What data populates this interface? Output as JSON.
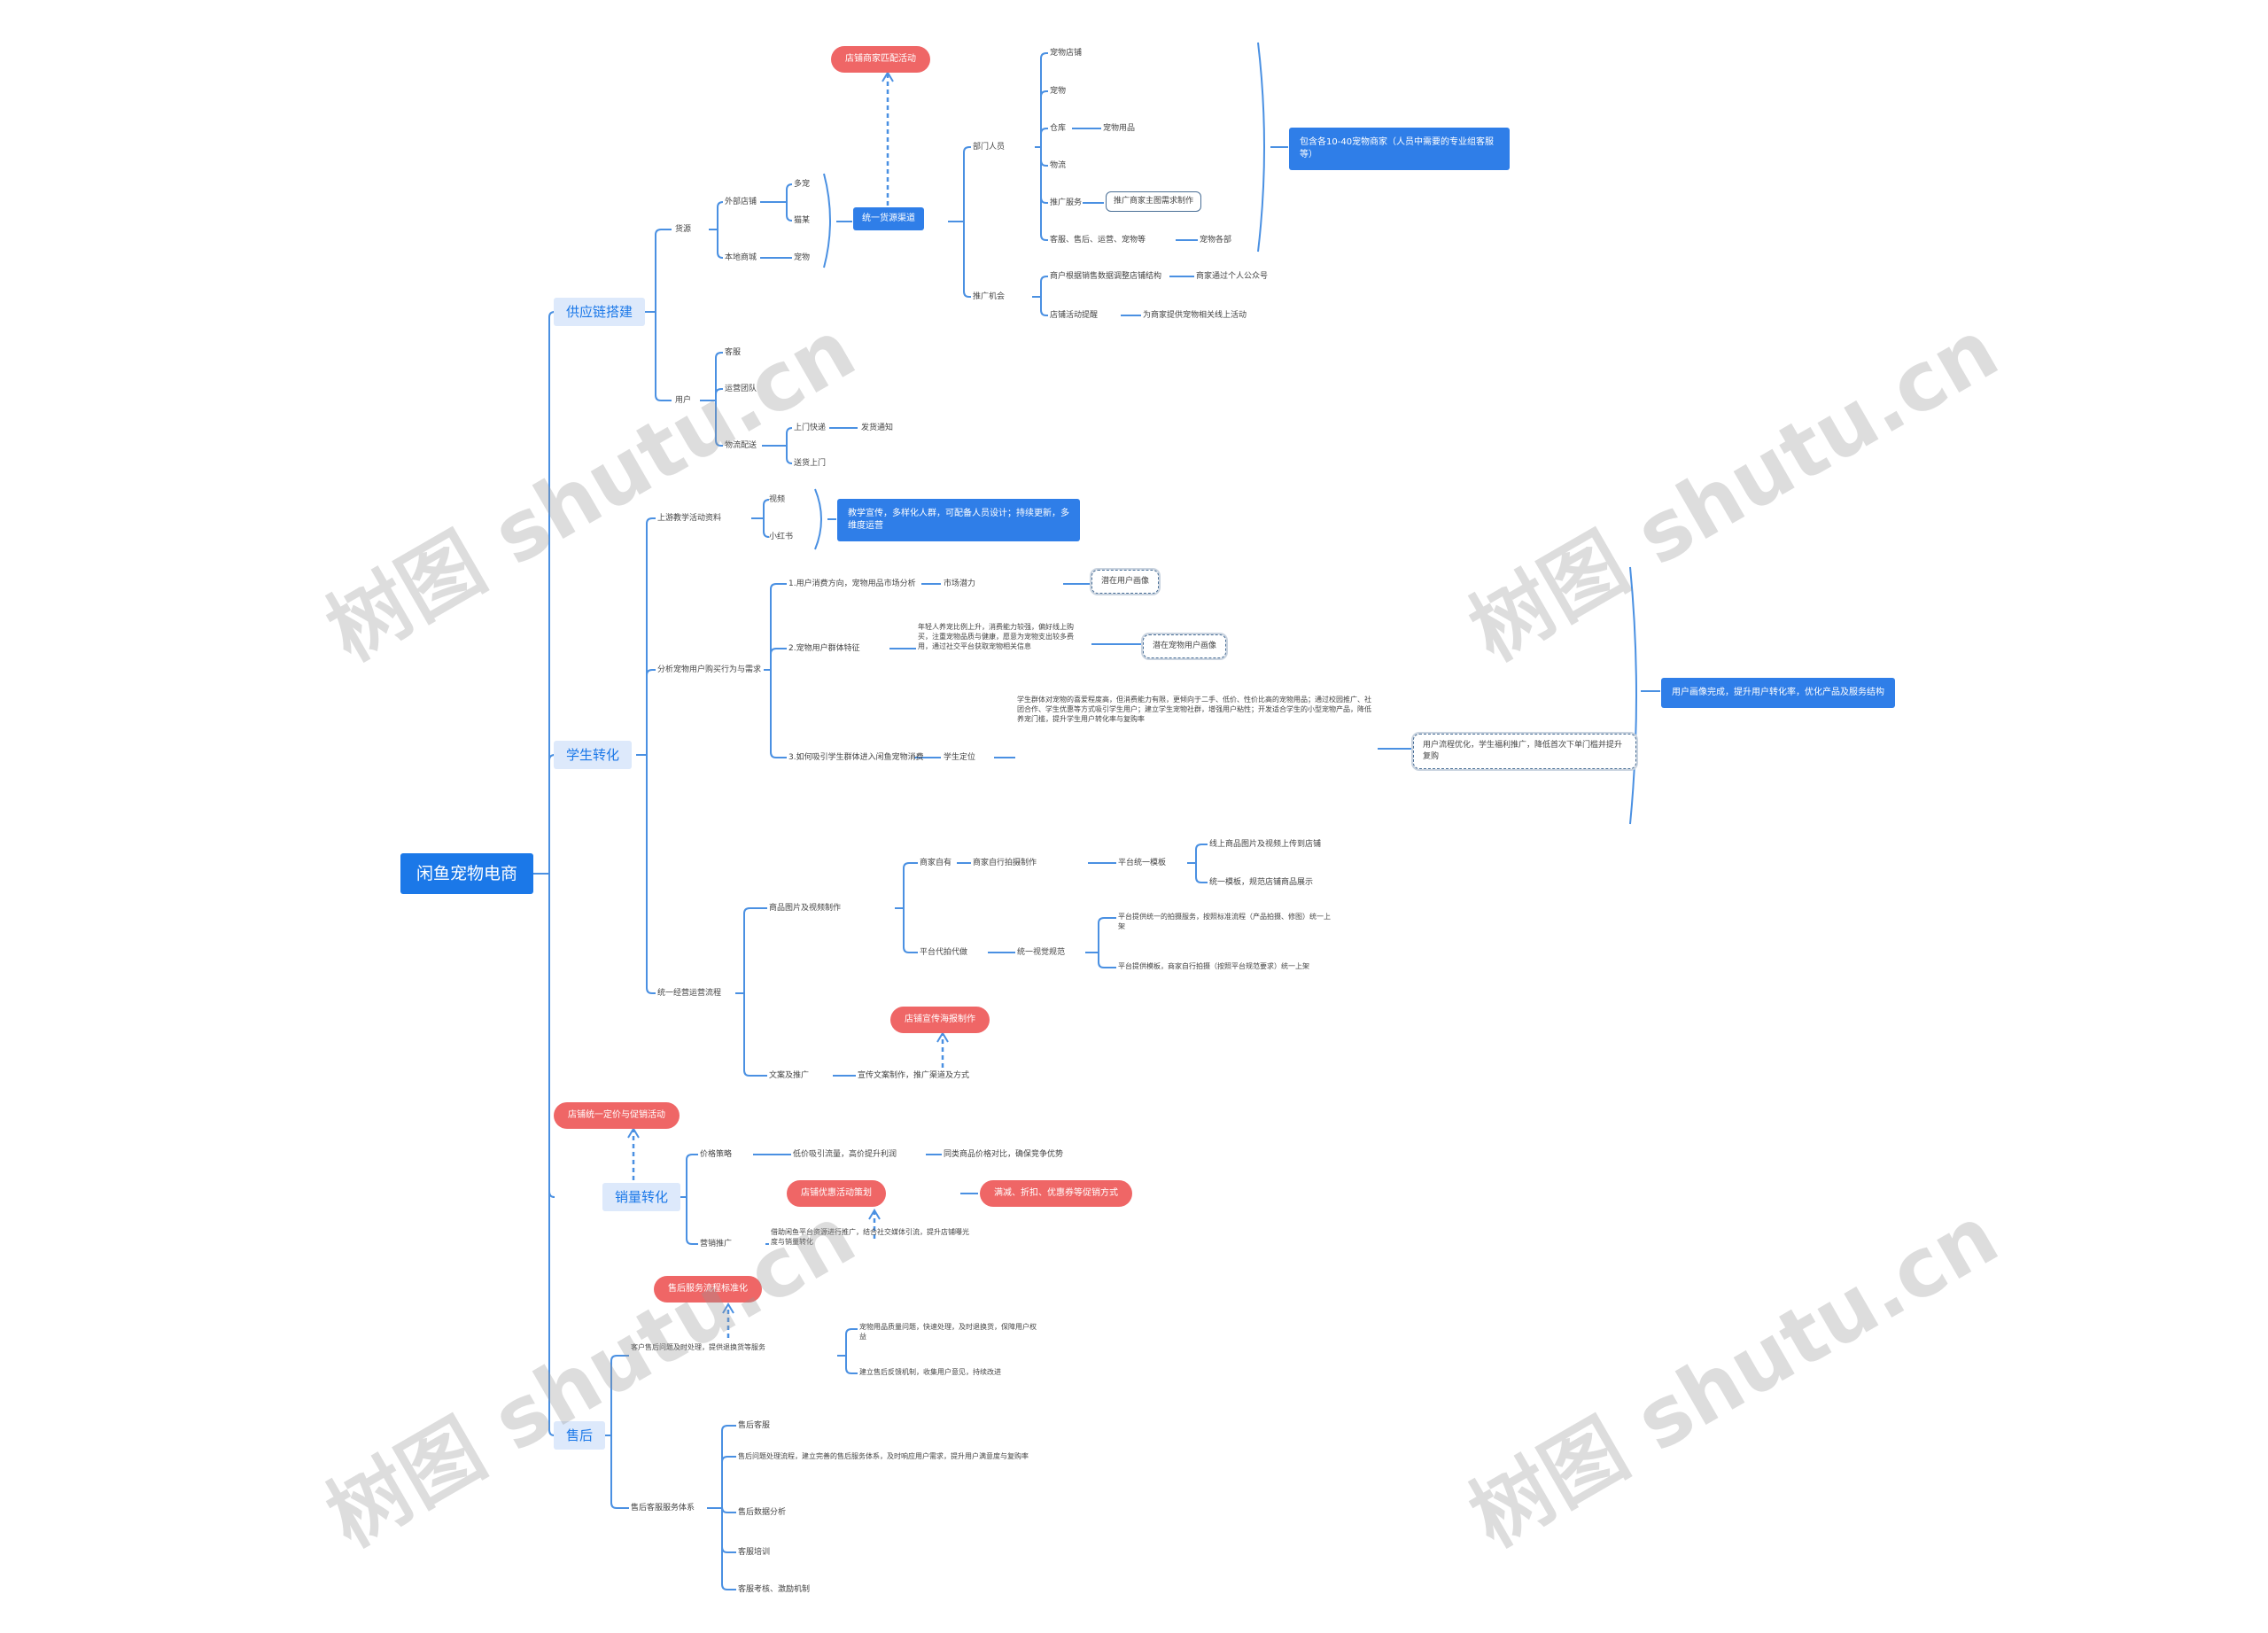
{
  "root": "闲鱼宠物电商",
  "sections": {
    "s1": "供应链搭建",
    "s2": "学生转化",
    "s3": "销量转化",
    "s4": "售后"
  },
  "s1": {
    "suppliers": "货源",
    "ext_shop": "外部店铺",
    "eye": "多宠",
    "fish": "猫某",
    "local": "本地商城",
    "local_note": "宠物",
    "unify": "统一货源渠道",
    "red_match": "店铺商家匹配活动",
    "dept_a": "部门人员",
    "d1": "宠物店铺",
    "d2": "宠物",
    "d3": "仓库",
    "d3_note": "宠物用品",
    "d4": "物流",
    "d5": "推广服务",
    "d5_note": "推广商家主图需求制作",
    "d6": "客服、售后、运营、宠物等",
    "d6_note": "宠物各部",
    "blue_pack": "包含各10-40宠物商家（人员中需要的专业组客服等）",
    "prom": "推广机会",
    "p1": "商户根据销售数据调整店铺结构",
    "p1_note": "商家通过个人公众号",
    "p2": "店铺活动提醒",
    "p2_note": "为商家提供宠物相关线上活动",
    "cust": "用户",
    "c1": "客服",
    "c2": "运营团队",
    "c3": "物流配送",
    "c3a": "上门快递",
    "c3a_note": "发货通知",
    "c3b": "送货上门"
  },
  "s2": {
    "t1": "上游教学活动资料",
    "t1a": "视频",
    "t1b": "小红书",
    "blue_t1": "教学宣传，多样化人群，可配备人员设计；持续更新，多维度运营",
    "t2": "分析宠物用户购买行为与需求",
    "q1": "1.用户消费方向，宠物用品市场分析",
    "q1_note": "市场潜力",
    "q1_box": "潜在用户画像",
    "q2": "2.宠物用户群体特征",
    "q2_note": "年轻人养宠比例上升，消费能力较强，偏好线上购买，注重宠物品质与健康，愿意为宠物支出较多费用，通过社交平台获取宠物相关信息",
    "q2_box": "潜在宠物用户画像",
    "q3": "3.如何吸引学生群体进入闲鱼宠物消费",
    "q3_mid": "学生定位",
    "q3_text": "学生群体对宠物的喜爱程度高，但消费能力有限，更倾向于二手、低价、性价比高的宠物用品；通过校园推广、社团合作、学生优惠等方式吸引学生用户；建立学生宠物社群，增强用户粘性；开发适合学生的小型宠物产品，降低养宠门槛，提升学生用户转化率与复购率",
    "q3_box": "用户流程优化，学生福利推广，降低首次下单门槛并提升复购",
    "blue_q": "用户画像完成，提升用户转化率，优化产品及服务结构",
    "t3": "统一经营运营流程",
    "t3a": "商品图片及视频制作",
    "r1": "商家自有",
    "r1_mid": "商家自行拍摄制作",
    "r1_mid2": "平台统一模板",
    "r1_a": "线上商品图片及视频上传到店铺",
    "r1_b": "统一模板，规范店铺商品展示",
    "r2": "平台代拍代做",
    "r2_mid": "统一视觉规范",
    "r2_a": "平台提供统一的拍摄服务，按照标准流程（产品拍摄、修图）统一上架",
    "r2_b": "平台提供模板，商家自行拍摄（按照平台规范要求）统一上架",
    "red_t": "店铺宣传海报制作",
    "t3b": "文案及推广",
    "t3b_note": "宣传文案制作，推广渠道及方式"
  },
  "s3": {
    "red_top": "店铺统一定价与促销活动",
    "v1": "价格策略",
    "v1_a": "低价吸引流量，高价提升利润",
    "v1_b": "同类商品价格对比，确保竞争优势",
    "red_mid": "店铺优惠活动策划",
    "red_mid2": "满减、折扣、优惠券等促销方式",
    "v2": "营销推广",
    "v2_note": "借助闲鱼平台资源进行推广，结合社交媒体引流，提升店铺曝光度与销量转化"
  },
  "s4": {
    "red": "售后服务流程标准化",
    "w1": "客户售后问题及时处理，提供退换货等服务",
    "w1a": "宠物用品质量问题，快速处理，及时退换货，保障用户权益",
    "w1b": "建立售后反馈机制，收集用户意见，持续改进",
    "w2": "售后客服服务体系",
    "x1": "售后客服",
    "x2": "售后问题处理流程，建立完善的售后服务体系，及时响应用户需求，提升用户满意度与复购率",
    "x3": "售后数据分析",
    "x4": "客服培训",
    "x5": "客服考核、激励机制"
  },
  "watermark": "树图 shutu.cn",
  "colors": {
    "accent": "#1b78e8",
    "link": "#4a90e2",
    "red": "#ef6666",
    "l1bg": "#dde9fb"
  }
}
